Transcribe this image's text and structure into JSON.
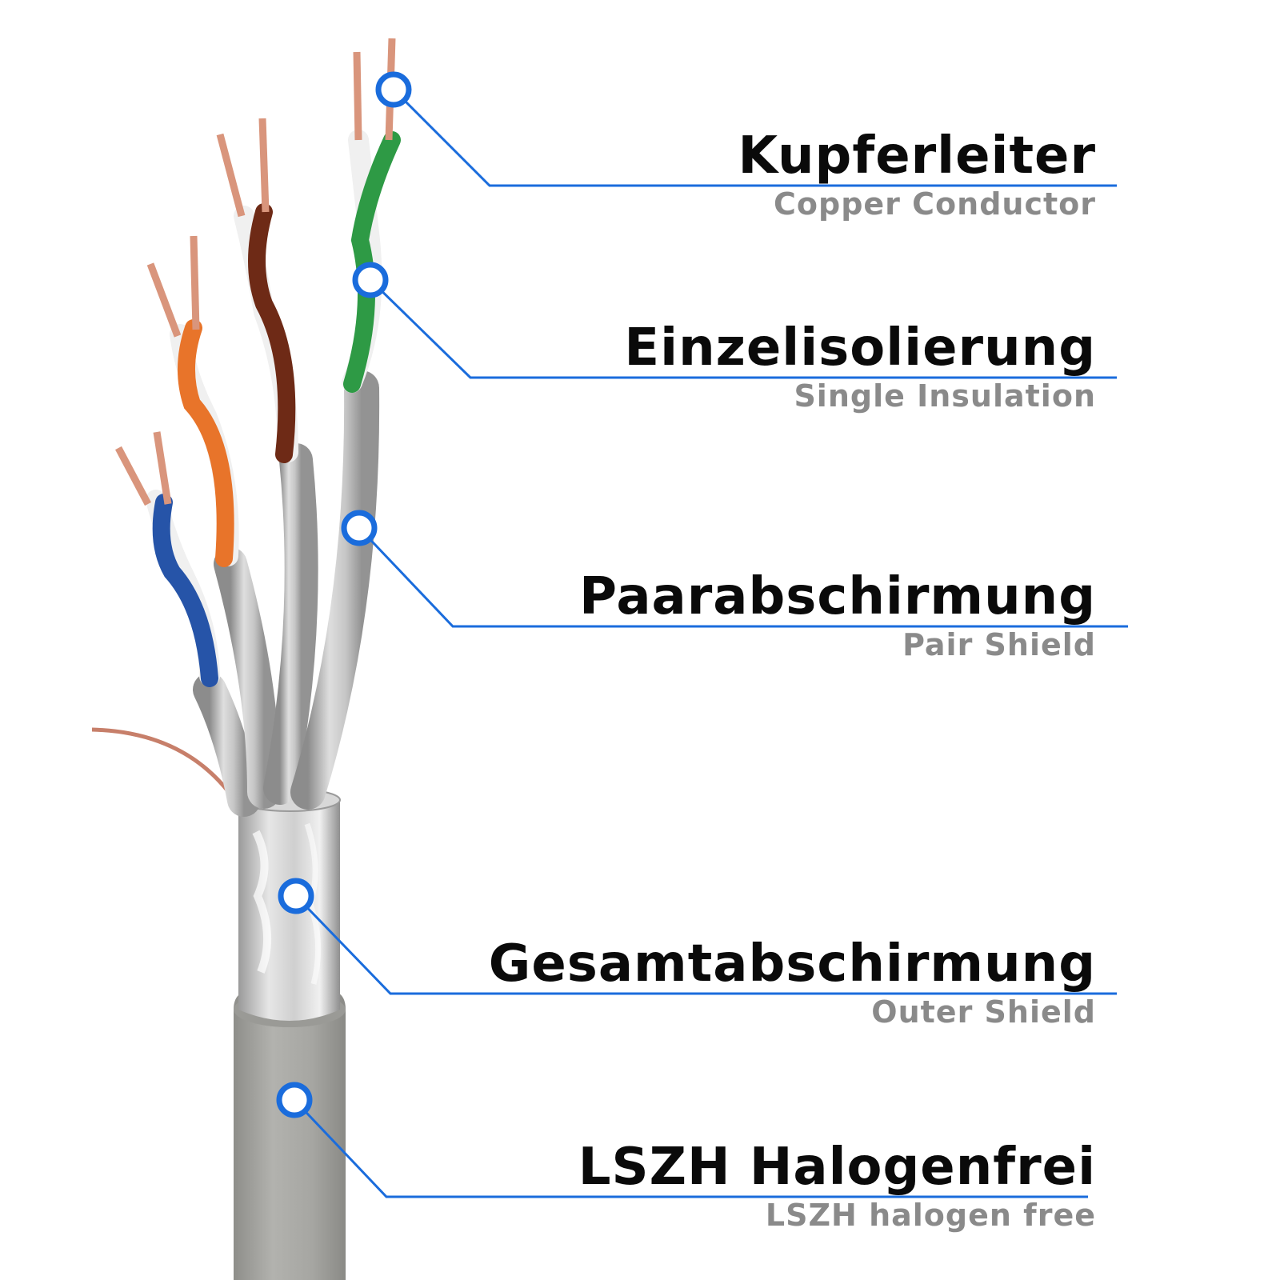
{
  "accent_color": "#1a6cdc",
  "labels": [
    {
      "id": "copper",
      "de": "Kupferleiter",
      "en": "Copper Conductor"
    },
    {
      "id": "insulation",
      "de": "Einzelisolierung",
      "en": "Single Insulation"
    },
    {
      "id": "pair-shield",
      "de": "Paarabschirmung",
      "en": "Pair Shield"
    },
    {
      "id": "outer-shield",
      "de": "Gesamtabschirmung",
      "en": "Outer Shield"
    },
    {
      "id": "jacket",
      "de": "LSZH Halogenfrei",
      "en": "LSZH halogen free"
    }
  ],
  "wire_colors": {
    "green": "#2e9a45",
    "brown": "#6e2a16",
    "orange": "#e8742a",
    "blue": "#2654a8",
    "white": "#f2f2f2",
    "copper": "#d9957c",
    "foil": "#bfbfbf",
    "jacket": "#a3a39f"
  }
}
